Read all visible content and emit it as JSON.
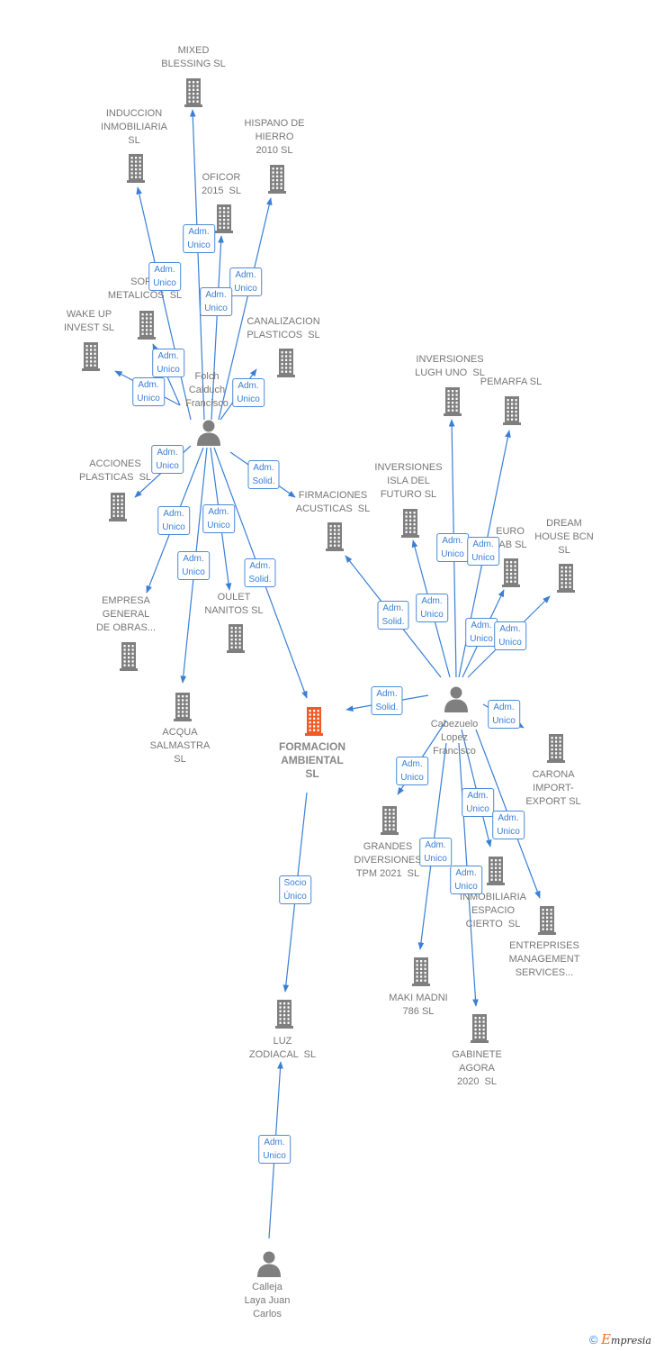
{
  "colors": {
    "edge": "#3a7fd6",
    "building": "#7f7f7f",
    "focus": "#f15a24",
    "person": "#7f7f7f"
  },
  "footer": {
    "symbol": "©",
    "brand_initial": "E",
    "brand_rest": "mpresia"
  },
  "nodes": [
    {
      "id": "mixed",
      "kind": "company",
      "label": "MIXED\nBLESSING SL"
    },
    {
      "id": "induccion",
      "kind": "company",
      "label": "INDUCCION\nINMOBILIARIA\nSL"
    },
    {
      "id": "hispano",
      "kind": "company",
      "label": "HISPANO DE\nHIERRO\n2010 SL"
    },
    {
      "id": "oficor",
      "kind": "company",
      "label": "OFICOR\n2015  SL"
    },
    {
      "id": "sopo",
      "kind": "company",
      "label": "SOPO\nMETALICOS  SL"
    },
    {
      "id": "wakeup",
      "kind": "company",
      "label": "WAKE UP\nINVEST SL"
    },
    {
      "id": "canalizacion",
      "kind": "company",
      "label": "CANALIZACION\nPLASTICOS  SL"
    },
    {
      "id": "folch",
      "kind": "person",
      "label": "Folch\nCalduch\nFrancisco"
    },
    {
      "id": "acciones",
      "kind": "company",
      "label": "ACCIONES\nPLASTICAS  SL"
    },
    {
      "id": "firmaciones",
      "kind": "company",
      "label": "FIRMACIONES\nACUSTICAS  SL"
    },
    {
      "id": "empresa",
      "kind": "company",
      "label": "EMPRESA\nGENERAL\nDE OBRAS..."
    },
    {
      "id": "oulet",
      "kind": "company",
      "label": "OULET\nNANITOS SL"
    },
    {
      "id": "acqua",
      "kind": "company",
      "label": "ACQUA\nSALMASTRA\nSL"
    },
    {
      "id": "formacion",
      "kind": "focus",
      "label": "FORMACION\nAMBIENTAL\nSL"
    },
    {
      "id": "inv_lugh",
      "kind": "company",
      "label": "INVERSIONES\nLUGH UNO  SL"
    },
    {
      "id": "pemarfa",
      "kind": "company",
      "label": "PEMARFA SL"
    },
    {
      "id": "inv_isla",
      "kind": "company",
      "label": "INVERSIONES\nISLA DEL\nFUTURO SL"
    },
    {
      "id": "euro",
      "kind": "company",
      "label": "EURO\nTAB SL"
    },
    {
      "id": "dream",
      "kind": "company",
      "label": "DREAM\nHOUSE BCN\nSL"
    },
    {
      "id": "cabezuelo",
      "kind": "person",
      "label": "Cabezuelo\nLopez\nFrancisco"
    },
    {
      "id": "carona",
      "kind": "company",
      "label": "CARONA\nIMPORT-\nEXPORT SL"
    },
    {
      "id": "grandes",
      "kind": "company",
      "label": "GRANDES\nDIVERSIONES\nTPM 2021  SL"
    },
    {
      "id": "inmobiliaria",
      "kind": "company",
      "label": "INMOBILIARIA\nESPACIO\nCIERTO  SL"
    },
    {
      "id": "entreprises",
      "kind": "company",
      "label": "ENTREPRISES\nMANAGEMENT\nSERVICES..."
    },
    {
      "id": "maki",
      "kind": "company",
      "label": "MAKI MADNI\n786 SL"
    },
    {
      "id": "gabinete",
      "kind": "company",
      "label": "GABINETE\nAGORA\n2020  SL"
    },
    {
      "id": "luz",
      "kind": "company",
      "label": "LUZ\nZODIACAL  SL"
    },
    {
      "id": "calleja",
      "kind": "person",
      "label": "Calleja\nLaya Juan\nCarlos"
    }
  ],
  "edges": [
    {
      "from": "folch",
      "to": "mixed",
      "label": "Adm.\nUnico"
    },
    {
      "from": "folch",
      "to": "induccion",
      "label": "Adm.\nUnico"
    },
    {
      "from": "folch",
      "to": "hispano",
      "label": "Adm.\nUnico"
    },
    {
      "from": "folch",
      "to": "oficor",
      "label": "Adm.\nUnico"
    },
    {
      "from": "folch",
      "to": "sopo",
      "label": "Adm.\nUnico"
    },
    {
      "from": "folch",
      "to": "wakeup",
      "label": "Adm.\nUnico"
    },
    {
      "from": "folch",
      "to": "canalizacion",
      "label": "Adm.\nUnico"
    },
    {
      "from": "folch",
      "to": "acciones",
      "label": "Adm.\nUnico"
    },
    {
      "from": "folch",
      "to": "firmaciones",
      "label": "Adm.\nSolid."
    },
    {
      "from": "folch",
      "to": "empresa",
      "label": "Adm.\nUnico"
    },
    {
      "from": "folch",
      "to": "oulet",
      "label": "Adm.\nUnico"
    },
    {
      "from": "folch",
      "to": "acqua",
      "label": "Adm.\nUnico"
    },
    {
      "from": "folch",
      "to": "formacion",
      "label": "Adm.\nSolid."
    },
    {
      "from": "cabezuelo",
      "to": "inv_lugh",
      "label": "Adm.\nUnico"
    },
    {
      "from": "cabezuelo",
      "to": "pemarfa",
      "label": "Adm.\nUnico"
    },
    {
      "from": "cabezuelo",
      "to": "inv_isla",
      "label": "Adm.\nUnico"
    },
    {
      "from": "cabezuelo",
      "to": "firmaciones",
      "label": "Adm.\nSolid."
    },
    {
      "from": "cabezuelo",
      "to": "euro",
      "label": "Adm.\nUnico"
    },
    {
      "from": "cabezuelo",
      "to": "dream",
      "label": "Adm.\nUnico"
    },
    {
      "from": "cabezuelo",
      "to": "formacion",
      "label": "Adm.\nSolid."
    },
    {
      "from": "cabezuelo",
      "to": "carona",
      "label": "Adm.\nUnico"
    },
    {
      "from": "cabezuelo",
      "to": "grandes",
      "label": "Adm.\nUnico"
    },
    {
      "from": "cabezuelo",
      "to": "inmobiliaria",
      "label": "Adm.\nUnico"
    },
    {
      "from": "cabezuelo",
      "to": "entreprises",
      "label": "Adm.\nUnico"
    },
    {
      "from": "cabezuelo",
      "to": "maki",
      "label": "Adm.\nUnico"
    },
    {
      "from": "cabezuelo",
      "to": "gabinete",
      "label": "Adm.\nUnico"
    },
    {
      "from": "formacion",
      "to": "luz",
      "label": "Socio\nÚnico"
    },
    {
      "from": "calleja",
      "to": "luz",
      "label": "Adm.\nUnico"
    }
  ]
}
